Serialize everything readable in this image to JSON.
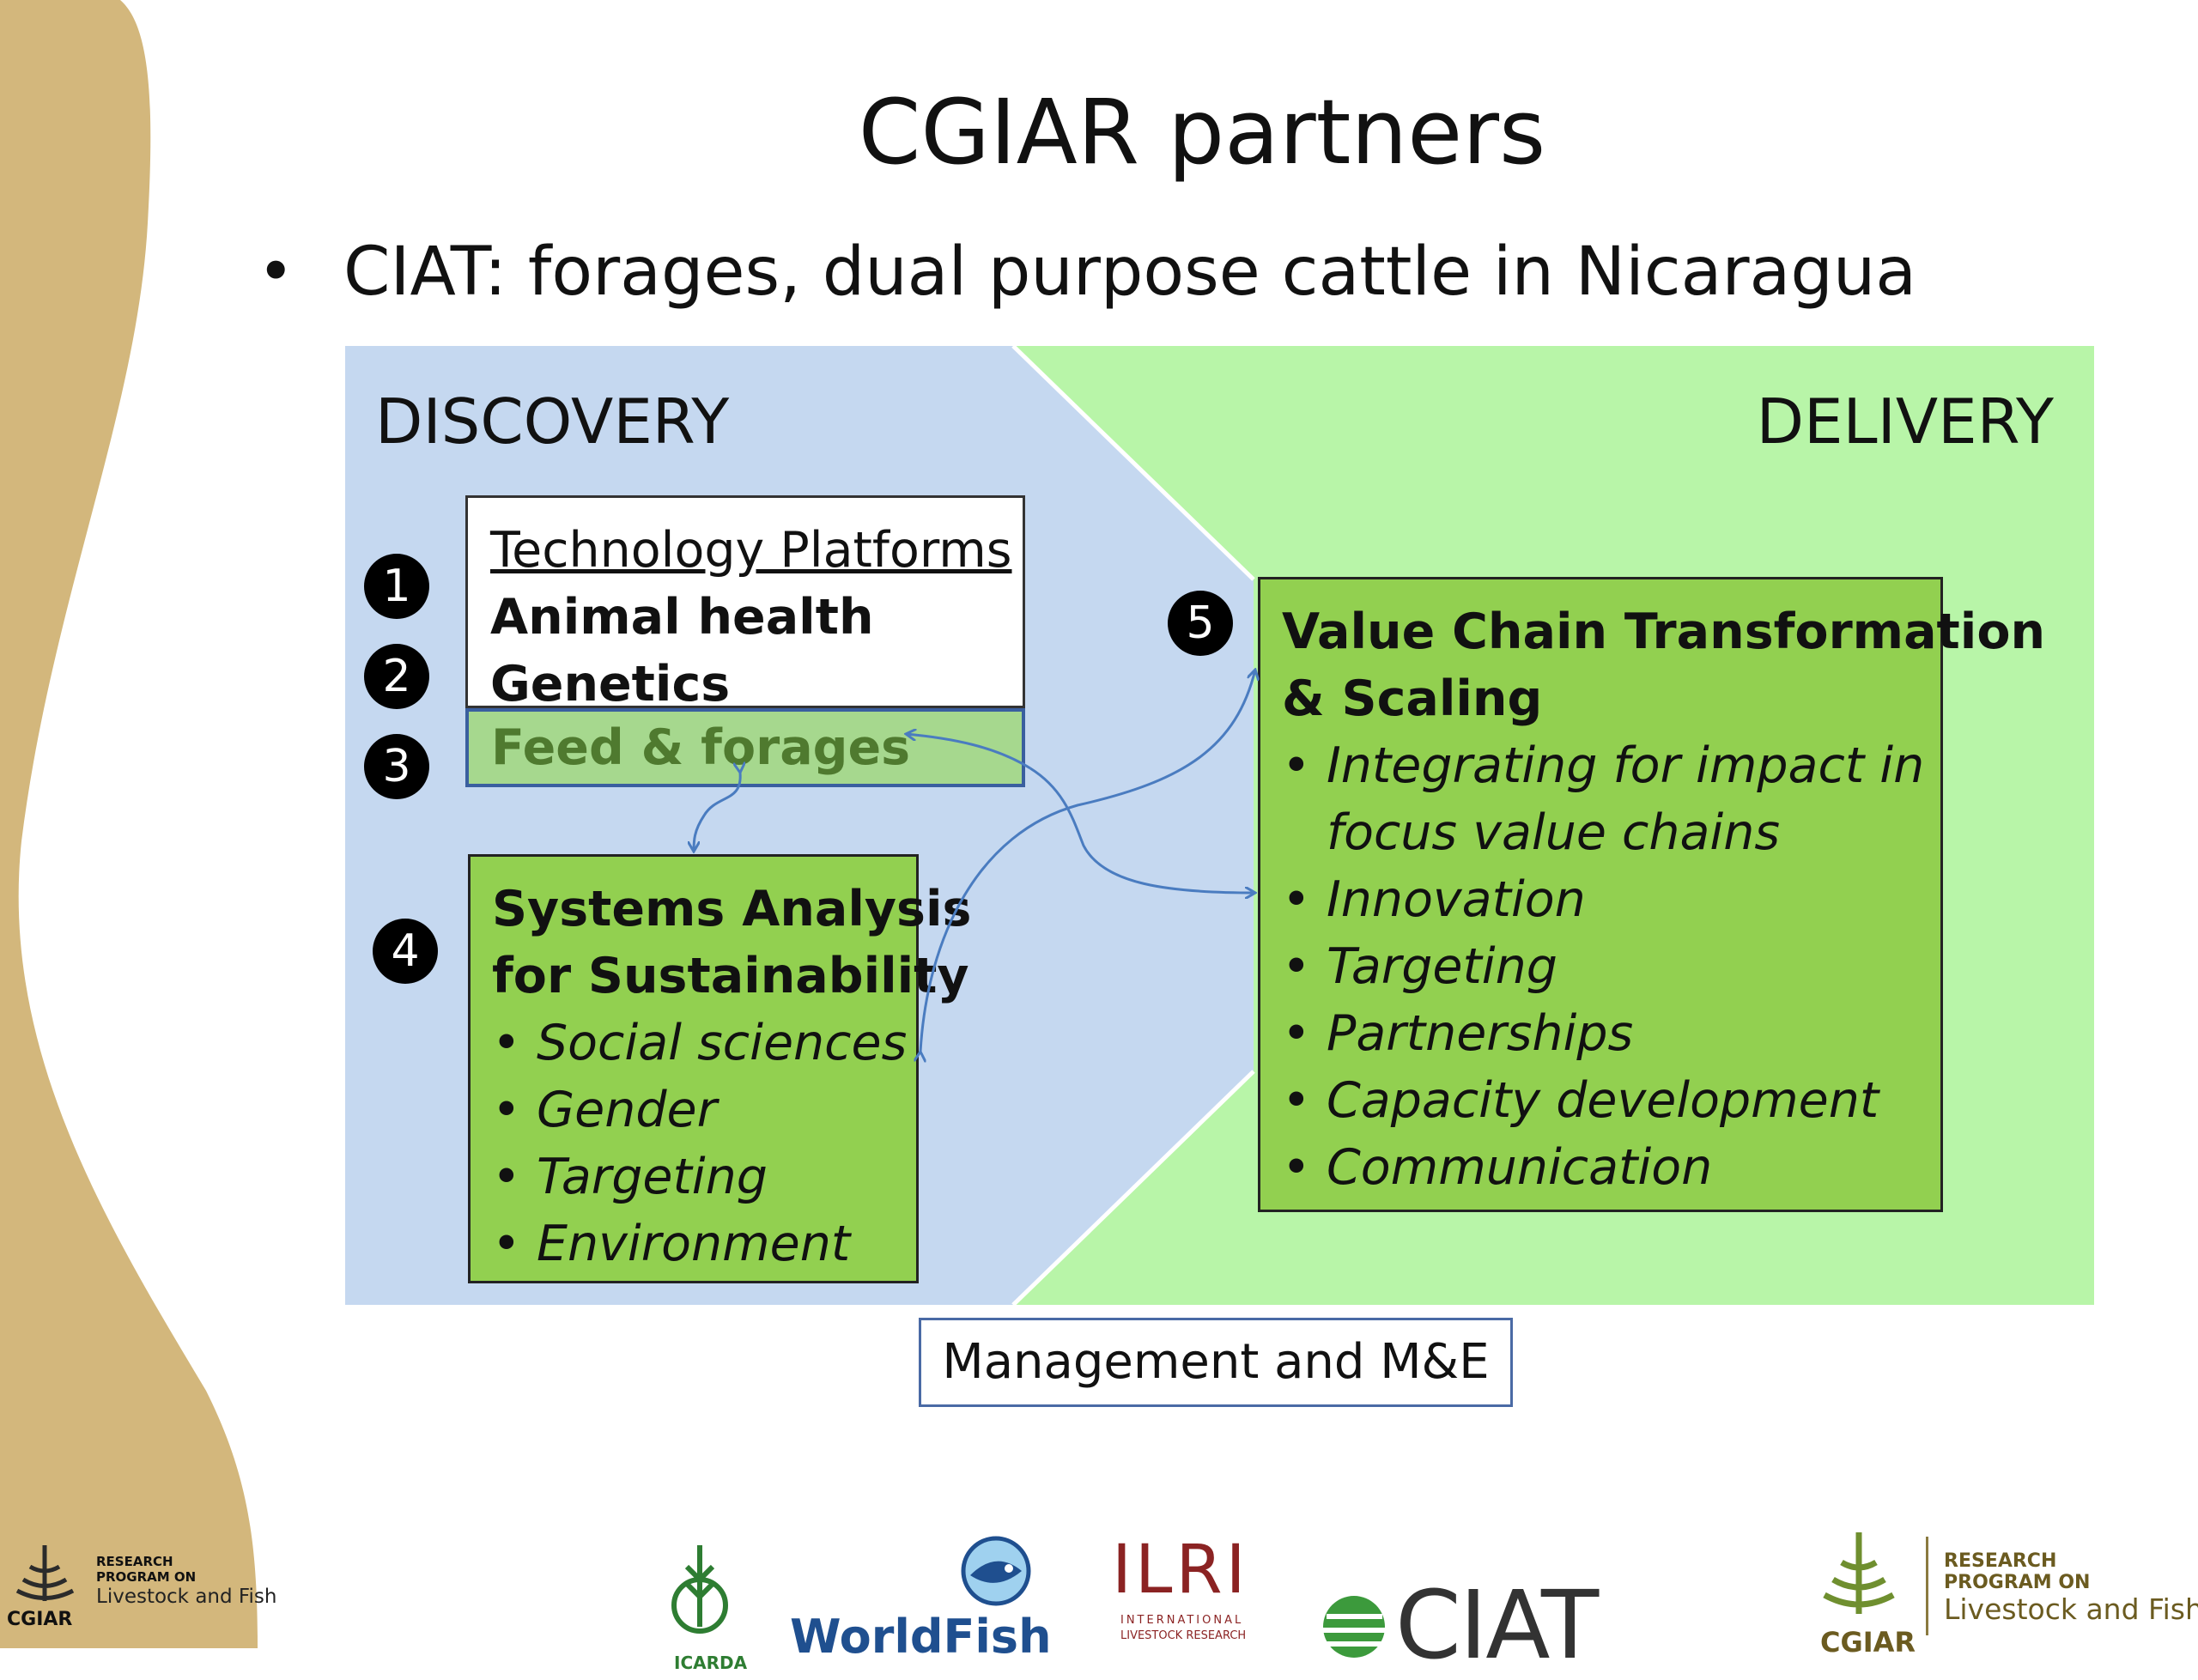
{
  "slide": {
    "title": "CGIAR partners",
    "bullet": "CIAT: forages, dual purpose cattle in Nicaragua"
  },
  "diagram": {
    "discovery_label": "DISCOVERY",
    "delivery_label": "DELIVERY",
    "colors": {
      "discovery_bg": "#c5d8f0",
      "delivery_bg": "#b8f5a8",
      "box_green": "#92d050",
      "feed_box_fill": "#a6d88e",
      "arrow_blue": "#4a7cc0",
      "band_tan": "#d3b77c"
    },
    "numbers": [
      "1",
      "2",
      "3",
      "4",
      "5"
    ],
    "technology_box": {
      "heading": "Technology Platforms",
      "lines": [
        "Animal health",
        "Genetics"
      ],
      "feed": "Feed & forages"
    },
    "systems_box": {
      "title_lines": [
        "Systems Analysis",
        "for Sustainability"
      ],
      "items": [
        "Social sciences",
        "Gender",
        "Targeting",
        "Environment"
      ]
    },
    "value_chain_box": {
      "title_lines": [
        "Value Chain Transformation",
        "& Scaling"
      ],
      "items": [
        "Integrating for impact in",
        "focus value chains",
        "Innovation",
        "Targeting",
        "Partnerships",
        "Capacity development",
        "Communication"
      ]
    },
    "management": "Management and M&E"
  },
  "logos": {
    "research_program_small": [
      "RESEARCH",
      "PROGRAM ON",
      "Livestock and Fish"
    ],
    "cgiar_small": "CGIAR",
    "icarda": "ICARDA",
    "worldfish": "WorldFish",
    "ilri": "ILRI",
    "ilri_sub": [
      "INTERNATIONAL",
      "LIVESTOCK RESEARCH"
    ],
    "ciat": "CIAT",
    "research_program_large": [
      "RESEARCH",
      "PROGRAM ON",
      "Livestock and Fish"
    ],
    "cgiar_large": "CGIAR"
  }
}
